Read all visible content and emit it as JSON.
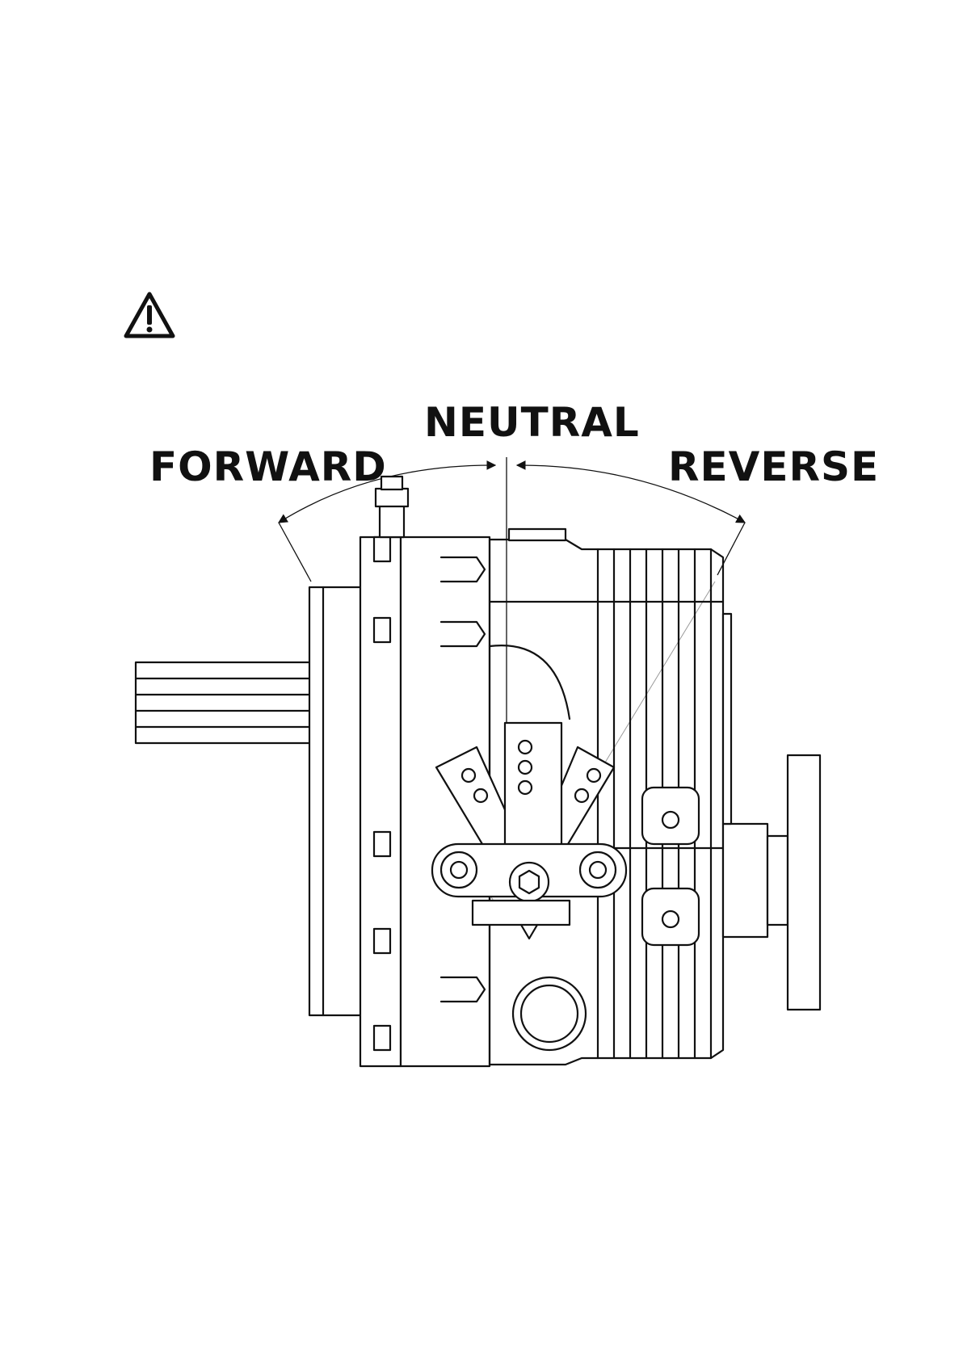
{
  "labels": {
    "neutral": "NEUTRAL",
    "forward": "FORWARD",
    "reverse": "REVERSE"
  },
  "icons": {
    "warning": "warning-triangle-icon"
  },
  "colors": {
    "line": "#111111",
    "background": "#ffffff"
  }
}
